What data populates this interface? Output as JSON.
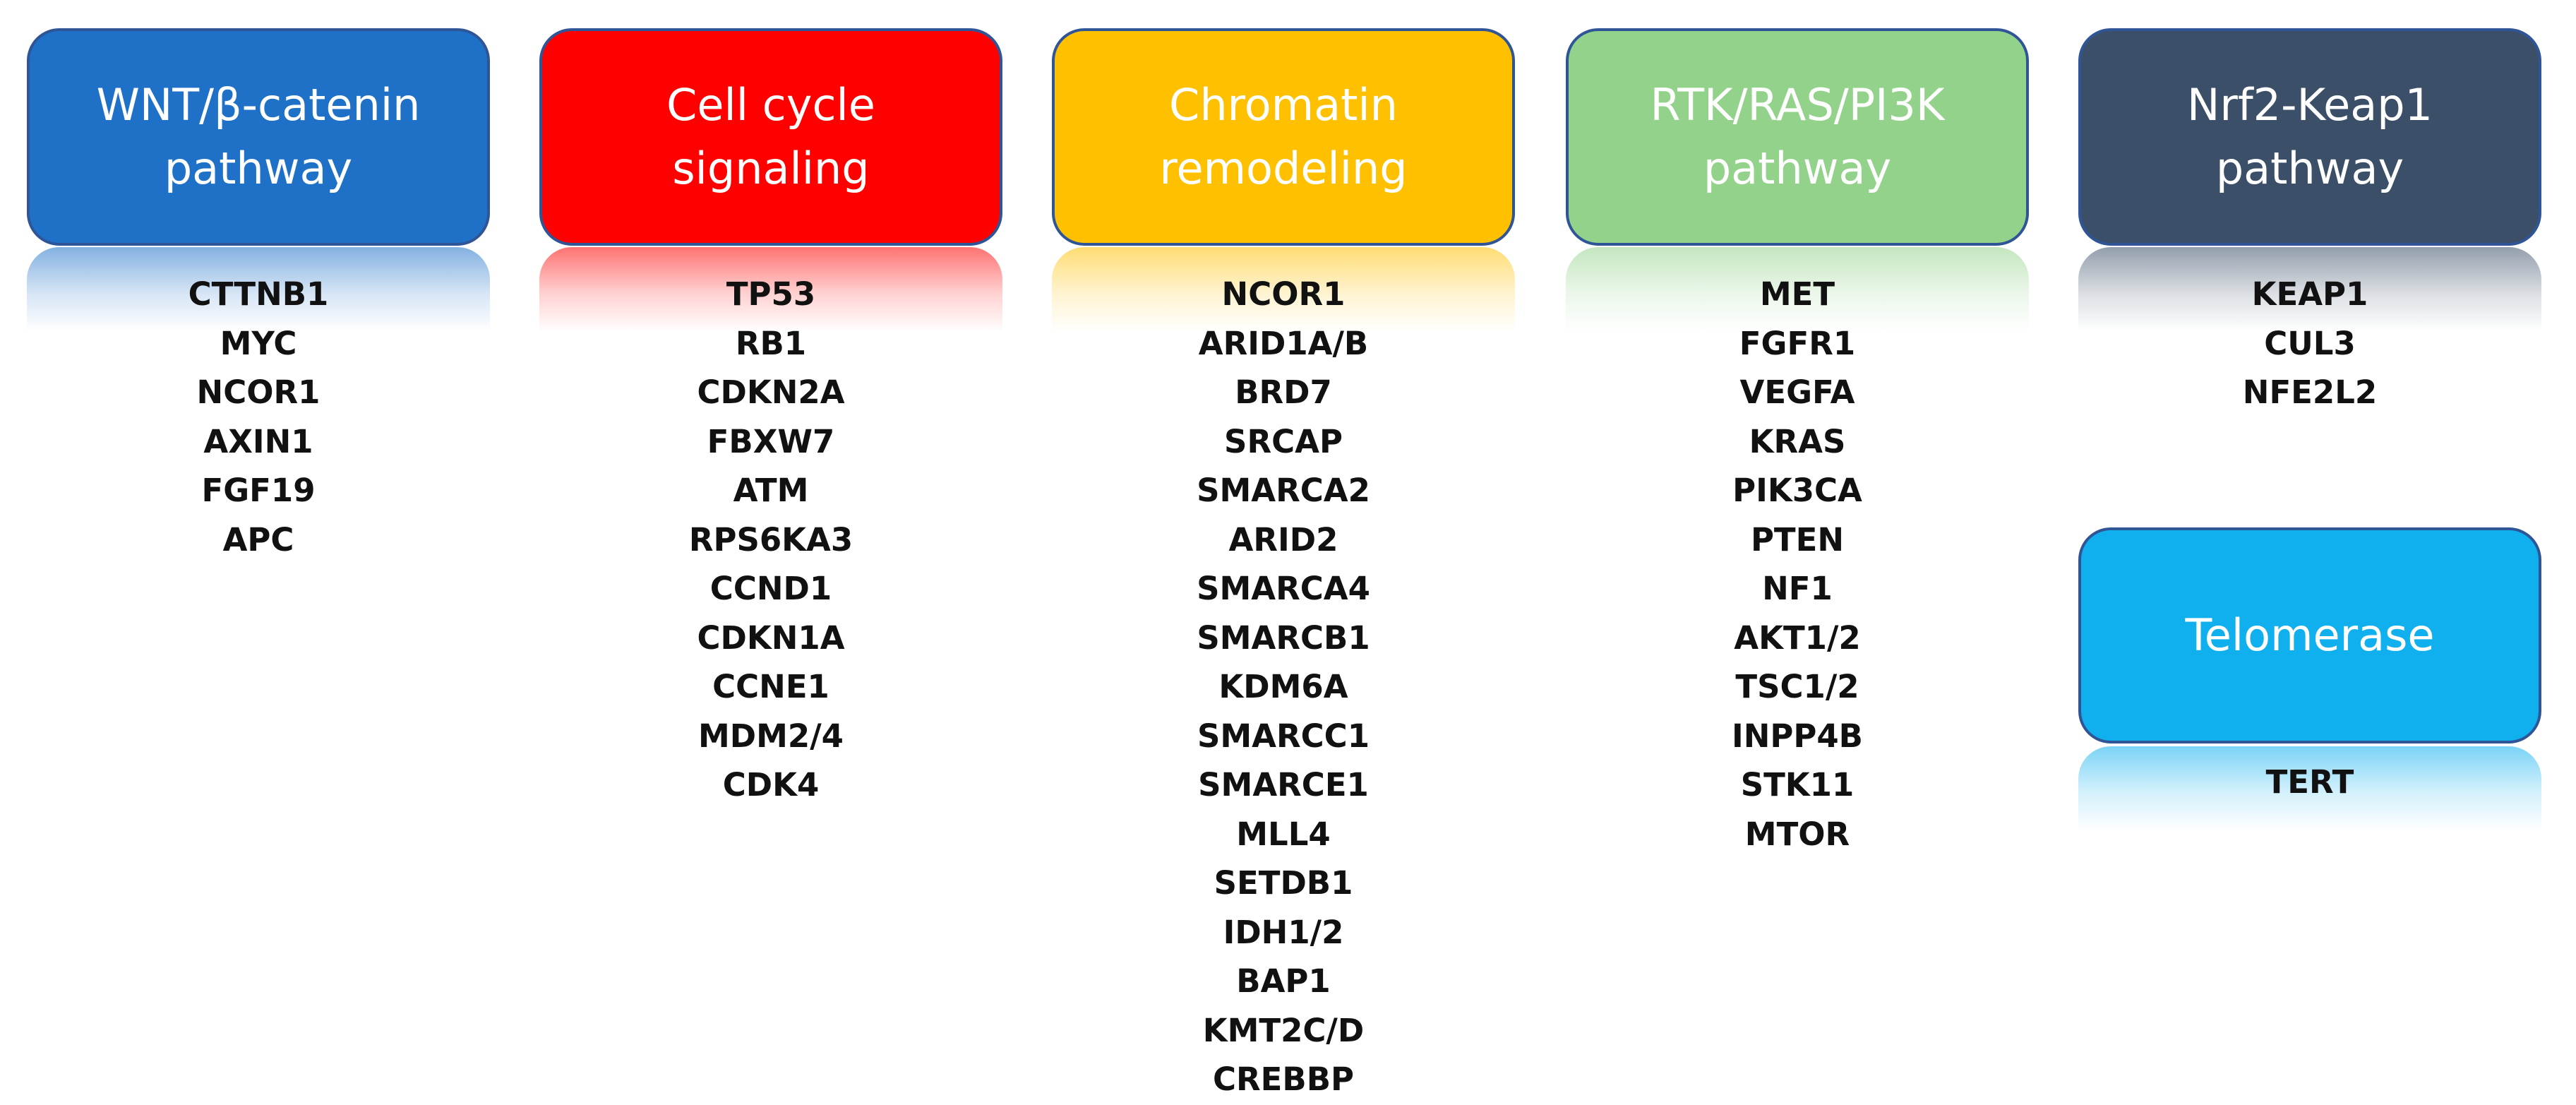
{
  "colors": {
    "box_border": "#2f5597",
    "gene_text": "#111111"
  },
  "columns": [
    {
      "id": "wnt",
      "title_line1": "WNT/β-catenin",
      "title_line2": "pathway",
      "color": "#1f71c8",
      "genes": [
        "CTTNB1",
        "MYC",
        "NCOR1",
        "AXIN1",
        "FGF19",
        "APC"
      ]
    },
    {
      "id": "cell-cycle",
      "title_line1": "Cell cycle",
      "title_line2": "signaling",
      "color": "#ff0000",
      "genes": [
        "TP53",
        "RB1",
        "CDKN2A",
        "FBXW7",
        "ATM",
        "RPS6KA3",
        "CCND1",
        "CDKN1A",
        "CCNE1",
        "MDM2/4",
        "CDK4"
      ]
    },
    {
      "id": "chromatin",
      "title_line1": "Chromatin",
      "title_line2": "remodeling",
      "color": "#ffc000",
      "genes": [
        "NCOR1",
        "ARID1A/B",
        "BRD7",
        "SRCAP",
        "SMARCA2",
        "ARID2",
        "SMARCA4",
        "SMARCB1",
        "KDM6A",
        "SMARCC1",
        "SMARCE1",
        "MLL4",
        "SETDB1",
        "IDH1/2",
        "BAP1",
        "KMT2C/D",
        "CREBBP"
      ]
    },
    {
      "id": "rtk",
      "title_line1": "RTK/RAS/PI3K",
      "title_line2": "pathway",
      "color": "#93d28b",
      "genes": [
        "MET",
        "FGFR1",
        "VEGFA",
        "KRAS",
        "PIK3CA",
        "PTEN",
        "NF1",
        "AKT1/2",
        "TSC1/2",
        "INPP4B",
        "STK11",
        "MTOR"
      ]
    },
    {
      "id": "nrf2",
      "title_line1": "Nrf2-Keap1",
      "title_line2": "pathway",
      "color": "#3b4f69",
      "genes": [
        "KEAP1",
        "CUL3",
        "NFE2L2"
      ]
    },
    {
      "id": "telomerase",
      "title_line1": "Telomerase",
      "title_line2": "",
      "color": "#10b0ee",
      "genes": [
        "TERT"
      ]
    }
  ]
}
